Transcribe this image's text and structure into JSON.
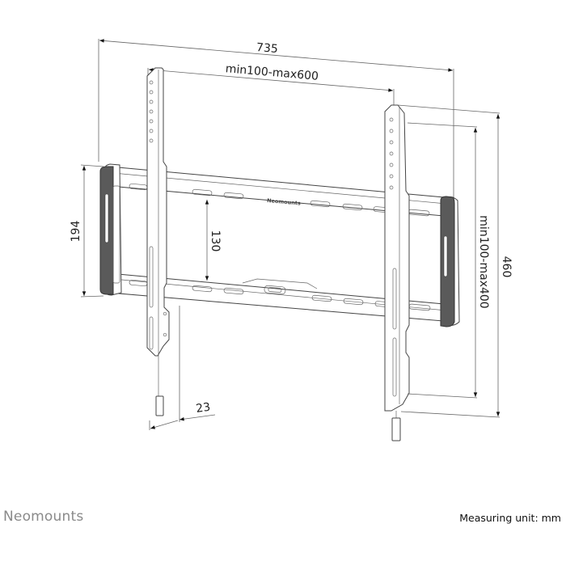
{
  "diagram": {
    "title": "Wall mount technical drawing",
    "dimensions": {
      "overall_width": "735",
      "vesa_width": "min100-max600",
      "rail_height": "194",
      "inner_rail_spacing": "130",
      "overall_height": "460",
      "vesa_height": "min100-max400",
      "wall_depth": "23"
    },
    "rail_logo": "Neomounts"
  },
  "footer": {
    "brand": "Neomounts",
    "unit_note": "Measuring unit: mm"
  },
  "colors": {
    "line": "#555555",
    "pad": "#5a5a5a",
    "brand": "#8a8a8a"
  }
}
